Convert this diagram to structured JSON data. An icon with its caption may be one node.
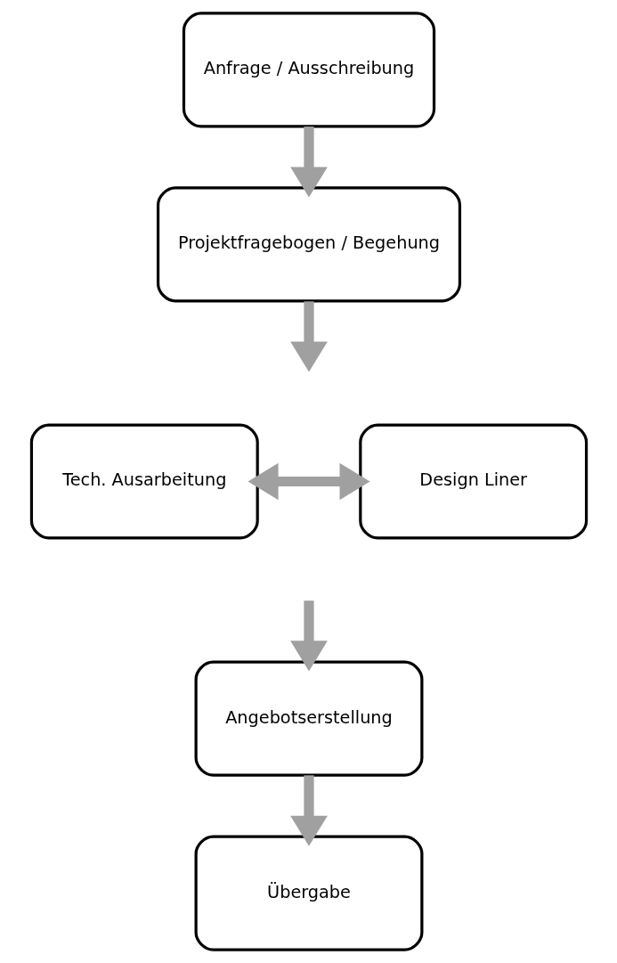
{
  "diagram": {
    "nodes": [
      {
        "text": [
          "Anfrage / Ausschreibung"
        ]
      },
      {
        "text": [
          "Projektfragebogen / Begehung"
        ]
      },
      {
        "text": [
          "Tech. Ausarbeitung"
        ]
      },
      {
        "text": [
          "Design Liner"
        ]
      },
      {
        "text": [
          "Angebotserstellung"
        ]
      },
      {
        "text": [
          "Übergabe"
        ]
      }
    ],
    "edges": [
      {
        "from": 0,
        "to": 1,
        "arrow": "to"
      },
      {
        "from": 1,
        "to": null,
        "arrow": "to"
      },
      {
        "from": 2,
        "to": 3,
        "arrow": "both"
      },
      {
        "from": null,
        "to": 4,
        "arrow": "to"
      },
      {
        "from": 4,
        "to": 5,
        "arrow": "to"
      }
    ]
  }
}
